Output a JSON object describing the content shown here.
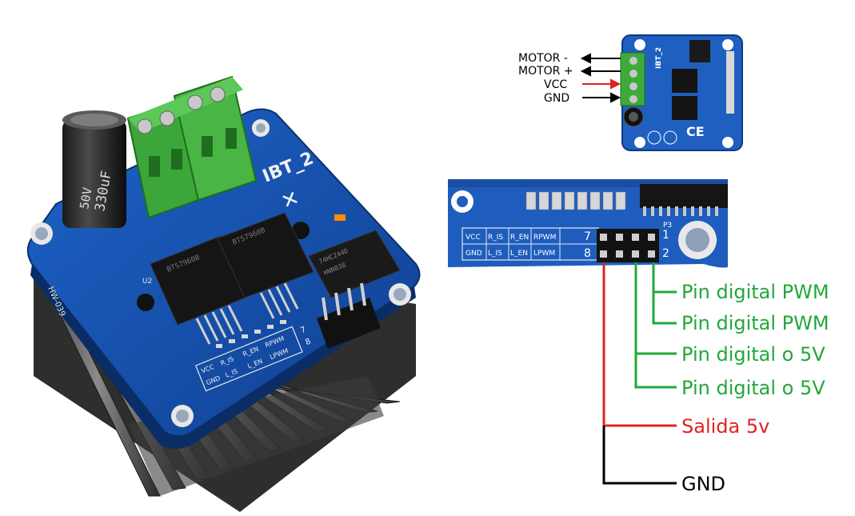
{
  "board": {
    "model": "IBT_2",
    "chip_left": "BTS7960B",
    "chip_right": "BTS7960B",
    "logic_chip": "74HC244D",
    "logic_code": "HNN038",
    "capacitor_value": "330uF",
    "capacitor_voltage": "50V",
    "board_id": "HW-039",
    "u2_label": "U2",
    "pin_row_top": [
      "VCC",
      "R_IS",
      "R_EN",
      "RPWM"
    ],
    "pin_row_bottom": [
      "GND",
      "L_IS",
      "L_EN",
      "LPWM"
    ],
    "pin_num_left_top": "7",
    "pin_num_left_bottom": "8"
  },
  "inset": {
    "labels": [
      "MOTOR -",
      "MOTOR +",
      "VCC",
      "GND"
    ],
    "arrow_colors": [
      "#000000",
      "#000000",
      "#e02020",
      "#000000"
    ],
    "board_model": "IBT_2"
  },
  "header_closeup": {
    "row_top": [
      "VCC",
      "R_IS",
      "R_EN",
      "RPWM"
    ],
    "row_bottom": [
      "GND",
      "L_IS",
      "L_EN",
      "LPWM"
    ],
    "num_left_top": "7",
    "num_left_bottom": "8",
    "num_right_top": "1",
    "num_right_bottom": "2",
    "connector_label": "P3"
  },
  "pin_labels": [
    {
      "text": "Pin digital PWM",
      "color": "#22a83a"
    },
    {
      "text": "Pin digital PWM",
      "color": "#22a83a"
    },
    {
      "text": "Pin digital o 5V",
      "color": "#22a83a"
    },
    {
      "text": "Pin digital o 5V",
      "color": "#22a83a"
    },
    {
      "text": "Salida 5v",
      "color": "#e02424"
    },
    {
      "text": "GND",
      "color": "#000000"
    }
  ]
}
